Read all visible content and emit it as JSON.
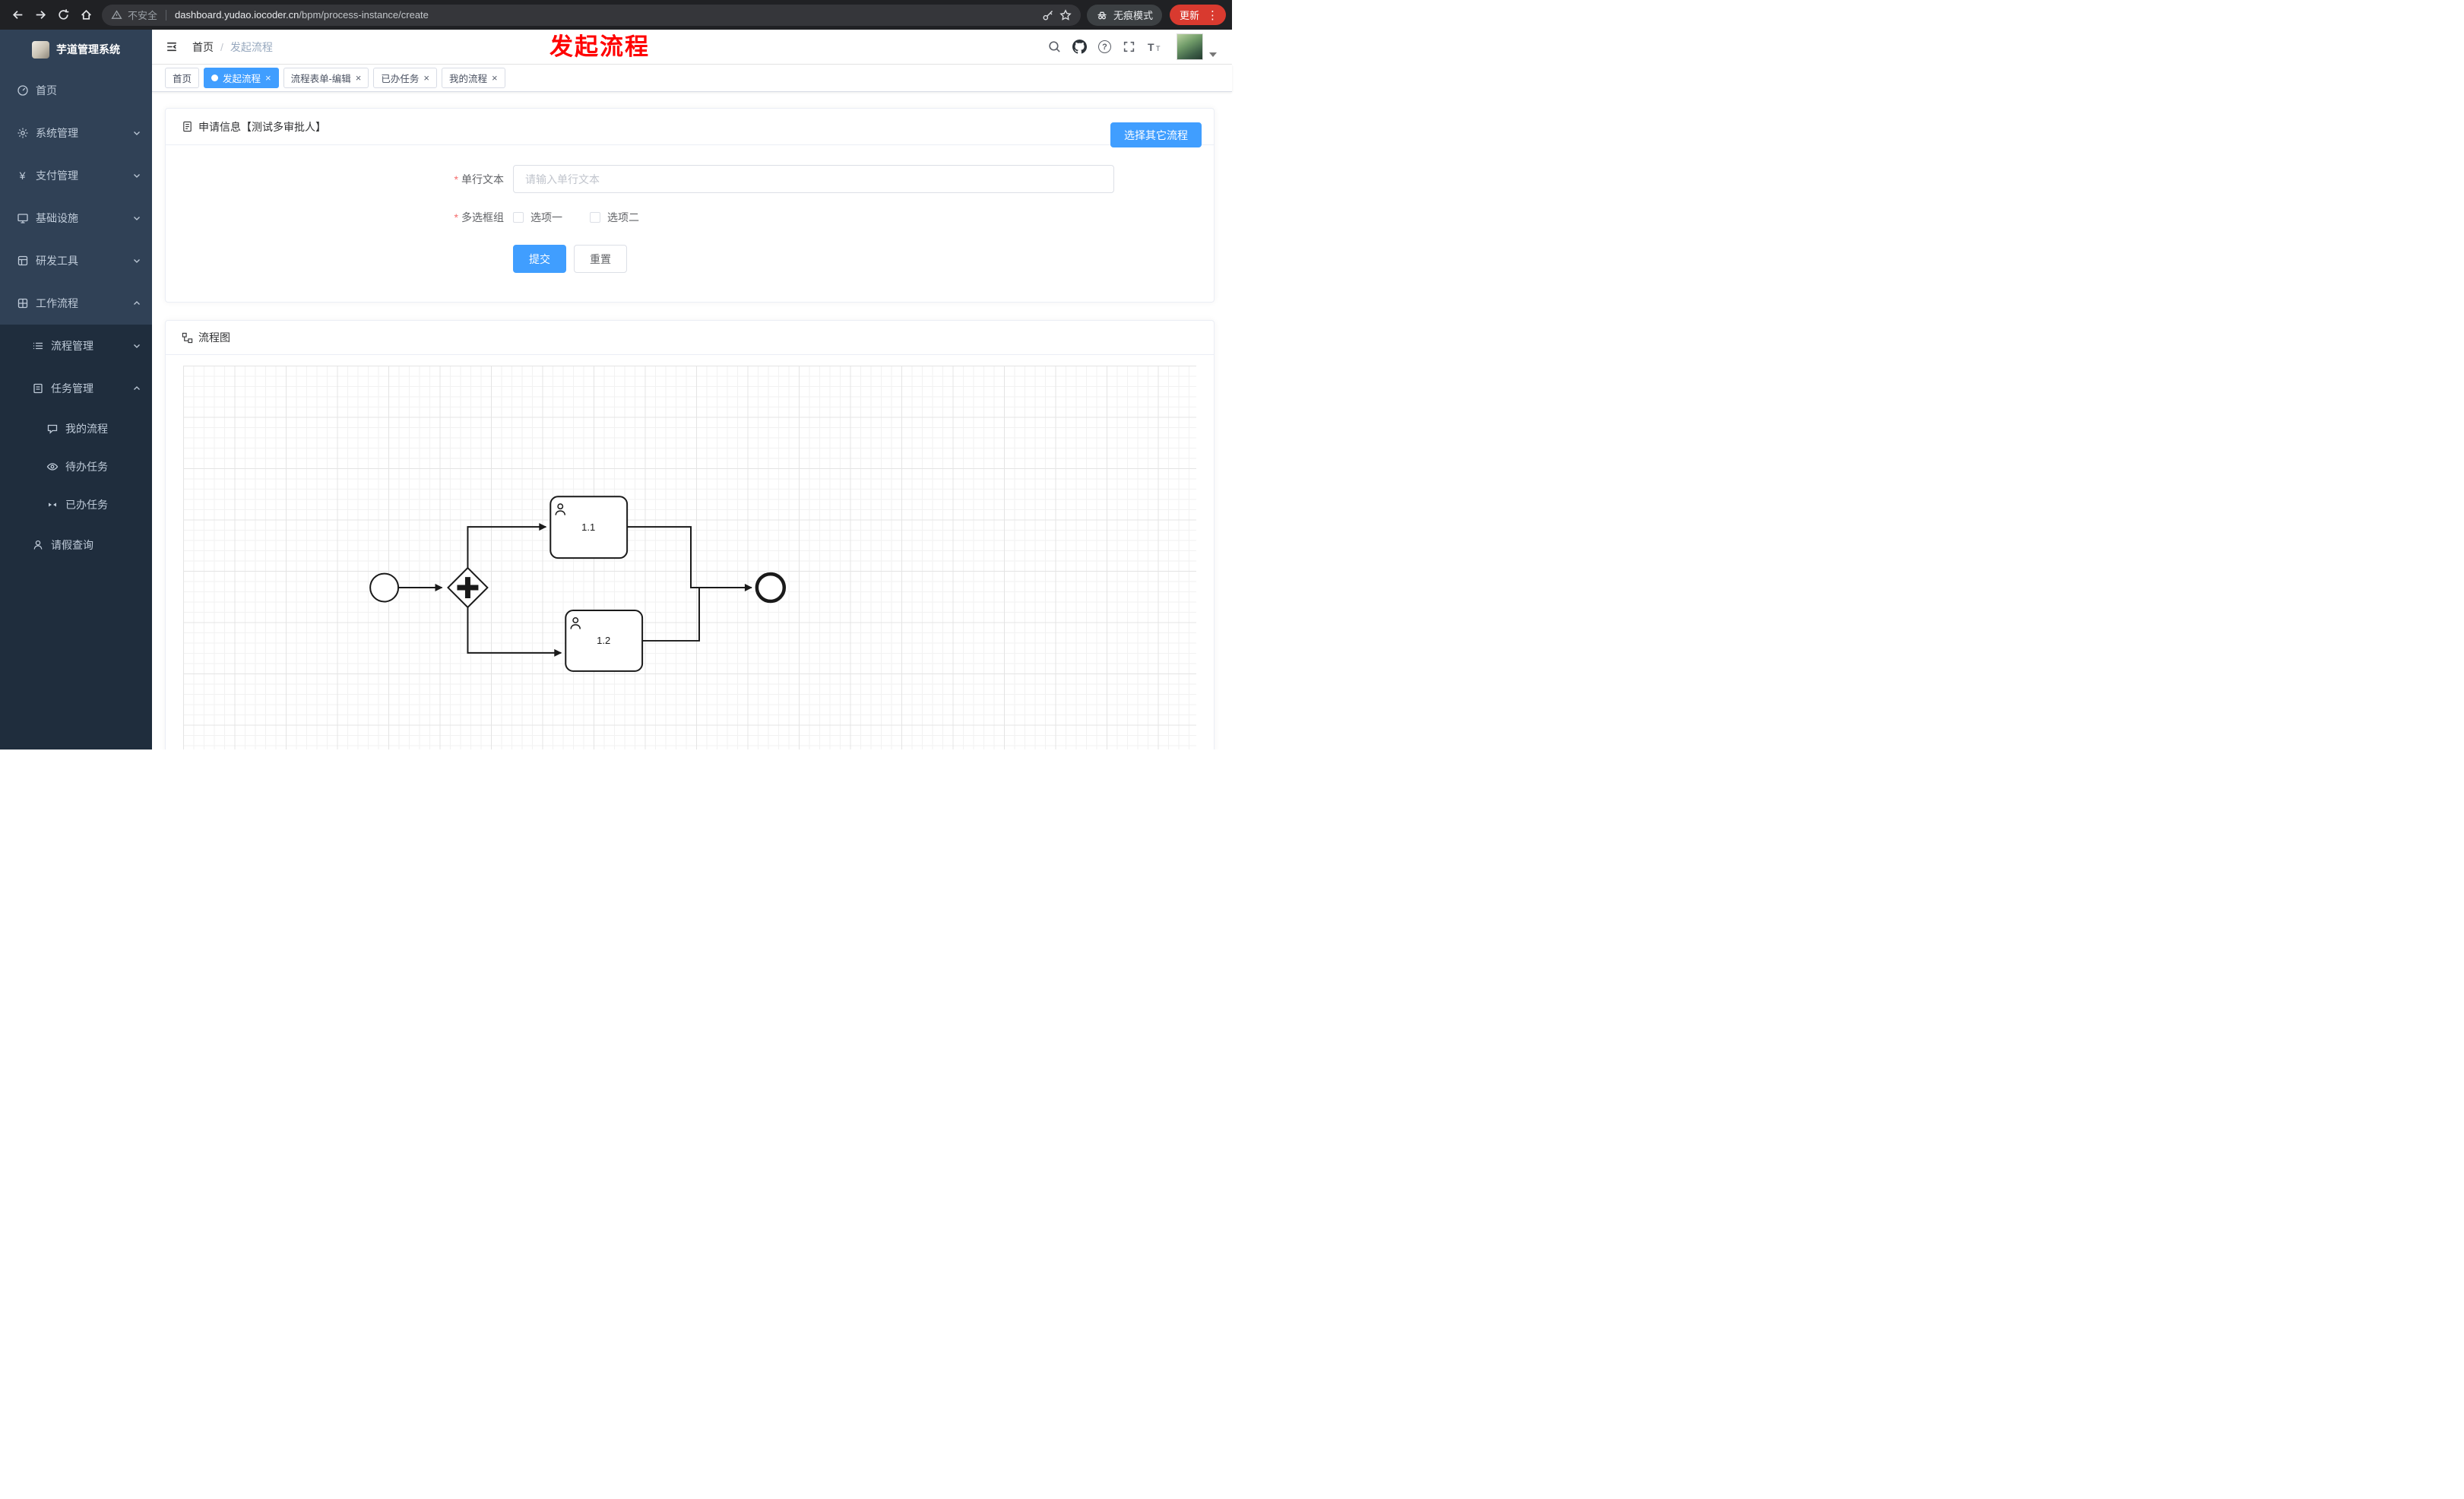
{
  "browser": {
    "security_label": "不安全",
    "url_domain": "dashboard.yudao.iocoder.cn",
    "url_path": "/bpm/process-instance/create",
    "incognito_label": "无痕模式",
    "update_label": "更新"
  },
  "icons": {
    "close": "×",
    "question": "?",
    "dots": "⋮",
    "yen": "¥",
    "font_large": "T",
    "font_small": "T"
  },
  "sidebar": {
    "logo_title": "芋道管理系统",
    "items": [
      {
        "label": "首页"
      },
      {
        "label": "系统管理"
      },
      {
        "label": "支付管理"
      },
      {
        "label": "基础设施"
      },
      {
        "label": "研发工具"
      },
      {
        "label": "工作流程"
      }
    ],
    "submenu": {
      "process_mgmt": "流程管理",
      "task_mgmt": "任务管理",
      "children": [
        {
          "label": "我的流程"
        },
        {
          "label": "待办任务"
        },
        {
          "label": "已办任务"
        }
      ],
      "leave_query": "请假查询"
    }
  },
  "header": {
    "breadcrumb_home": "首页",
    "breadcrumb_sep": "/",
    "breadcrumb_current": "发起流程",
    "overlay_text": "发起流程"
  },
  "tabs": [
    {
      "label": "首页"
    },
    {
      "label": "发起流程"
    },
    {
      "label": "流程表单-编辑"
    },
    {
      "label": "已办任务"
    },
    {
      "label": "我的流程"
    }
  ],
  "form_card": {
    "title": "申请信息【测试多审批人】",
    "choose_other_label": "选择其它流程",
    "required_mark": "*",
    "field_text_label": "单行文本",
    "field_text_placeholder": "请输入单行文本",
    "field_checkbox_label": "多选框组",
    "checkbox_option1": "选项一",
    "checkbox_option2": "选项二",
    "submit_label": "提交",
    "reset_label": "重置"
  },
  "diagram_card": {
    "title": "流程图",
    "task1_label": "1.1",
    "task2_label": "1.2"
  },
  "colors": {
    "accent": "#409eff",
    "sidebar_bg": "#304156",
    "submenu_bg": "#1f2d3d",
    "required": "#f56c6c",
    "overlay_red": "#ff0000",
    "update_red": "#d93a2f"
  }
}
